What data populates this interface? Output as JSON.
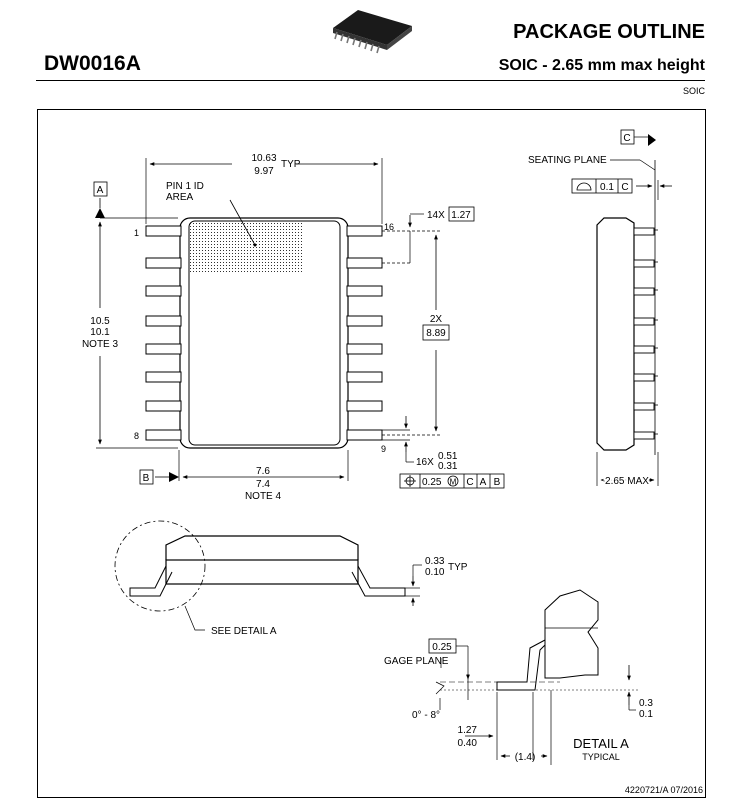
{
  "header": {
    "doc_id": "DW0016A",
    "title": "PACKAGE OUTLINE",
    "subtitle": "SOIC - 2.65 mm max height",
    "tag": "SOIC"
  },
  "top_view": {
    "span_min": "9.97",
    "span_max": "10.63",
    "span_typ": "TYP",
    "pin1_label": "PIN 1 ID",
    "pin1_area": "AREA",
    "datum_a": "A",
    "datum_b": "B",
    "width_max": "10.5",
    "width_min": "10.1",
    "width_note": "NOTE 3",
    "body_max": "7.6",
    "body_min": "7.4",
    "body_note": "NOTE 4",
    "pin_first": "1",
    "pin_last_left": "8",
    "pin_first_right": "16",
    "pin_last_right": "9",
    "pitch_count": "14X",
    "pitch": "1.27",
    "span_count": "2X",
    "span": "8.89",
    "lead_count": "16X",
    "lead_max": "0.51",
    "lead_min": "0.31",
    "tol_value": "0.25",
    "tol_ref_c": "C",
    "tol_ref_a": "A",
    "tol_ref_b": "B"
  },
  "side_view": {
    "datum_c": "C",
    "seating_plane": "SEATING PLANE",
    "flatness": "0.1",
    "flatness_ref": "C",
    "height": "2.65 MAX"
  },
  "lead_view": {
    "thick_max": "0.33",
    "thick_min": "0.10",
    "thick_typ": "TYP",
    "see_detail": "SEE DETAIL A"
  },
  "detail_a": {
    "gage_value": "0.25",
    "gage_plane": "GAGE PLANE",
    "angle": "0° - 8°",
    "foot_max": "1.27",
    "foot_min": "0.40",
    "foot_ref": "(1.4)",
    "standoff_max": "0.3",
    "standoff_min": "0.1",
    "title": "DETAIL A",
    "subtitle": "TYPICAL"
  },
  "footer": {
    "drawing_number": "4220721/A   07/2016"
  }
}
